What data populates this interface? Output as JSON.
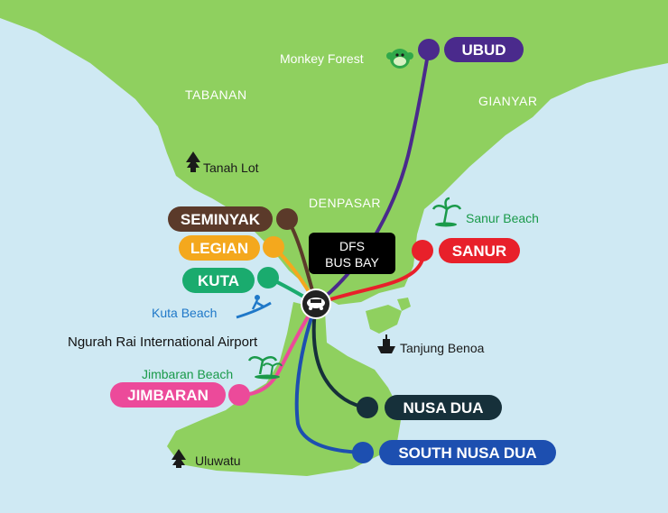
{
  "regions": {
    "tabanan": "TABANAN",
    "gianyar": "GIANYAR",
    "denpasar": "DENPASAR"
  },
  "hub": {
    "line1": "DFS",
    "line2": "BUS BAY"
  },
  "destinations": {
    "ubud": "UBUD",
    "seminyak": "SEMINYAK",
    "legian": "LEGIAN",
    "kuta": "KUTA",
    "sanur": "SANUR",
    "jimbaran": "JIMBARAN",
    "nusa_dua": "NUSA DUA",
    "south_nusa_dua": "SOUTH NUSA DUA"
  },
  "landmarks": {
    "monkey_forest": "Monkey Forest",
    "tanah_lot": "Tanah Lot",
    "sanur_beach": "Sanur Beach",
    "kuta_beach": "Kuta Beach",
    "airport": "Ngurah Rai International Airport",
    "tanjung_benoa": "Tanjung Benoa",
    "jimbaran_beach": "Jimbaran Beach",
    "uluwatu": "Uluwatu"
  },
  "colors": {
    "sea": "#cfe9f3",
    "land": "#8fd05f",
    "ubud": "#4a2a8c",
    "seminyak": "#5b3a2a",
    "legian": "#f4a81d",
    "kuta": "#1aab6e",
    "sanur": "#e8202a",
    "jimbaran": "#ec4a9a",
    "nusa_dua": "#16303a",
    "south_nusa_dua": "#1d4fb0"
  },
  "icons": {
    "monkey": "monkey-icon",
    "temple": "temple-icon",
    "palm": "palm-tree-icon",
    "surfer": "surfer-icon",
    "ship": "ship-icon",
    "bus": "bus-icon"
  }
}
